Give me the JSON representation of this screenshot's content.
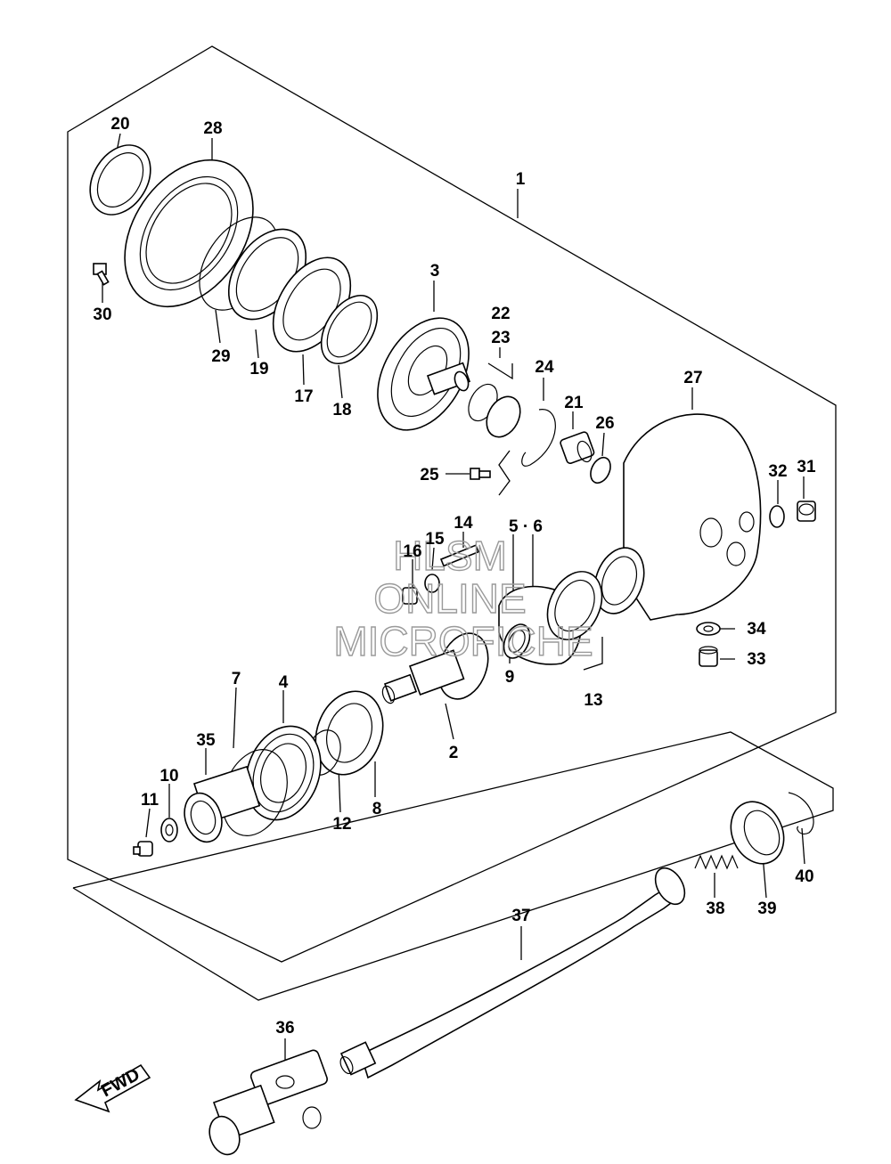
{
  "parts": {
    "p1": "1",
    "p2": "2",
    "p3": "3",
    "p4": "4",
    "p56": "5 · 6",
    "p7": "7",
    "p8": "8",
    "p9": "9",
    "p10": "10",
    "p11": "11",
    "p12": "12",
    "p13": "13",
    "p14": "14",
    "p15": "15",
    "p16": "16",
    "p17": "17",
    "p18": "18",
    "p19": "19",
    "p20": "20",
    "p21": "21",
    "p22": "22",
    "p23": "23",
    "p24": "24",
    "p25": "25",
    "p26": "26",
    "p27": "27",
    "p28": "28",
    "p29": "29",
    "p30": "30",
    "p31": "31",
    "p32": "32",
    "p33": "33",
    "p34": "34",
    "p35": "35",
    "p36": "36",
    "p37": "37",
    "p38": "38",
    "p39": "39",
    "p40": "40"
  },
  "watermark": {
    "line1": "HLSM",
    "line2": "ONLINE",
    "line3": "MICROFICHE"
  },
  "fwd_label": "FWD"
}
